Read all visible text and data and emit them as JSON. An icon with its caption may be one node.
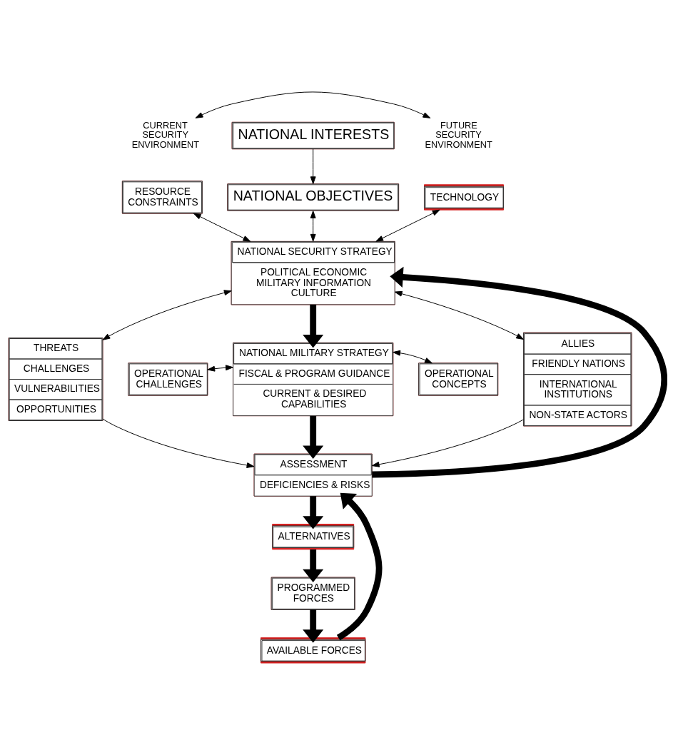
{
  "diagram": {
    "nodes": [
      {
        "text": [
          "CURRENT SECURITY ENVIRONMENT"
        ]
      },
      {
        "text": [
          "NATIONAL INTERESTS"
        ]
      },
      {
        "text": [
          "FUTURE SECURITY ENVIRONMENT"
        ]
      },
      {
        "text": [
          "RESOURCE CONSTRAINTS"
        ]
      },
      {
        "text": [
          "NATIONAL OBJECTIVES"
        ]
      },
      {
        "text": [
          "TECHNOLOGY"
        ]
      },
      {
        "text": [
          "NATIONAL SECURITY STRATEGY",
          "POLITICAL ECONOMIC MILITARY INFORMATION CULTURE"
        ]
      },
      {
        "text": [
          "THREATS",
          "CHALLENGES",
          "VULNERABILITIES",
          "OPPORTUNITIES"
        ]
      },
      {
        "text": [
          "ALLIES",
          "FRIENDLY NATIONS",
          "INTERNATIONAL INSTITUTIONS",
          "NON-STATE ACTORS"
        ]
      },
      {
        "text": [
          "NATIONAL MILITARY STRATEGY",
          "FISCAL & PROGRAM GUIDANCE",
          "CURRENT & DESIRED CAPABILITIES"
        ]
      },
      {
        "text": [
          "OPERATIONAL CHALLENGES"
        ]
      },
      {
        "text": [
          "OPERATIONAL CONCEPTS"
        ]
      },
      {
        "text": [
          "ASSESSMENT",
          "DEFICIENCIES & RISKS"
        ]
      },
      {
        "text": [
          "ALTERNATIVES"
        ]
      },
      {
        "text": [
          "PROGRAMMED FORCES"
        ]
      },
      {
        "text": [
          "AVAILABLE FORCES"
        ]
      }
    ],
    "edges": [
      {
        "from": 0,
        "to": 2,
        "arrow": "both"
      },
      {
        "from": 1,
        "to": 4,
        "arrow": "to"
      },
      {
        "from": 4,
        "to": 6,
        "arrow": "both"
      },
      {
        "from": 3,
        "to": 6,
        "arrow": "both"
      },
      {
        "from": 5,
        "to": 6,
        "arrow": "both"
      },
      {
        "from": 7,
        "to": 6,
        "arrow": "both"
      },
      {
        "from": 8,
        "to": 6,
        "arrow": "both"
      },
      {
        "from": 6,
        "to": 9,
        "arrow": "to",
        "style": "thick"
      },
      {
        "from": 10,
        "to": 9,
        "arrow": "both"
      },
      {
        "from": 11,
        "to": 9,
        "arrow": "both"
      },
      {
        "from": 9,
        "to": 12,
        "arrow": "to",
        "style": "thick"
      },
      {
        "from": 12,
        "to": 6,
        "arrow": "to",
        "style": "thick"
      },
      {
        "from": 7,
        "to": 12,
        "arrow": "to"
      },
      {
        "from": 8,
        "to": 12,
        "arrow": "to"
      },
      {
        "from": 12,
        "to": 13,
        "arrow": "to",
        "style": "thick"
      },
      {
        "from": 13,
        "to": 14,
        "arrow": "to",
        "style": "thick"
      },
      {
        "from": 14,
        "to": 15,
        "arrow": "to",
        "style": "thick"
      },
      {
        "from": 15,
        "to": 12,
        "arrow": "to",
        "style": "thick"
      }
    ]
  }
}
